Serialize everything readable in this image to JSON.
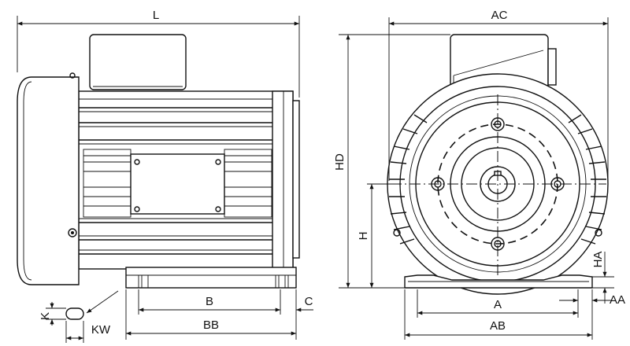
{
  "labels": {
    "L": "L",
    "AC": "AC",
    "HD": "HD",
    "H": "H",
    "HA": "HA",
    "AA": "AA",
    "A": "A",
    "AB": "AB",
    "B": "B",
    "BB": "BB",
    "C": "C",
    "K": "K",
    "KW": "KW"
  },
  "colors": {
    "line": "#111111",
    "background": "#ffffff"
  }
}
